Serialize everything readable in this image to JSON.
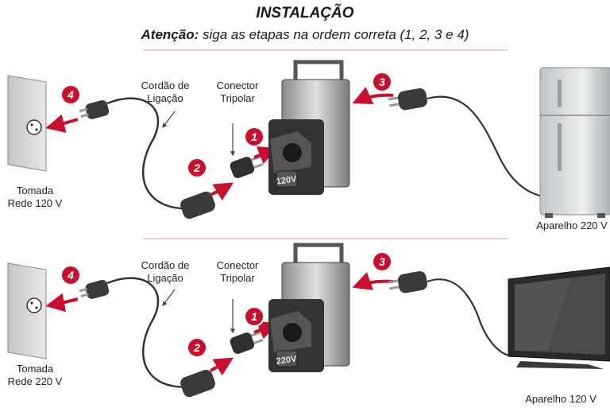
{
  "header": {
    "title": "INSTALAÇÃO",
    "subtitle_bold": "Atenção:",
    "subtitle_rest": " siga as etapas na ordem correta (1, 2, 3 e 4)"
  },
  "colors": {
    "accent_red": "#c8102e",
    "divider": "#d9a0a8",
    "metal": "#6b6b6b",
    "dark": "#2b2b2b",
    "wall": "#d8d8d8"
  },
  "panels": [
    {
      "outlet_label_line1": "Tomada",
      "outlet_label_line2": "Rede 120 V",
      "cord_label_line1": "Cordão de",
      "cord_label_line2": "Ligação",
      "connector_label_line1": "Conector",
      "connector_label_line2": "Tripolar",
      "transformer_badge": "120V",
      "appliance_label": "Aparelho 220 V",
      "appliance_icon": "refrigerator-icon",
      "steps": [
        "1",
        "2",
        "3",
        "4"
      ]
    },
    {
      "outlet_label_line1": "Tomada",
      "outlet_label_line2": "Rede 220 V",
      "cord_label_line1": "Cordão de",
      "cord_label_line2": "Ligação",
      "connector_label_line1": "Conector",
      "connector_label_line2": "Tripolar",
      "transformer_badge": "220V",
      "appliance_label": "Aparelho 120 V",
      "appliance_icon": "television-icon",
      "steps": [
        "1",
        "2",
        "3",
        "4"
      ]
    }
  ]
}
